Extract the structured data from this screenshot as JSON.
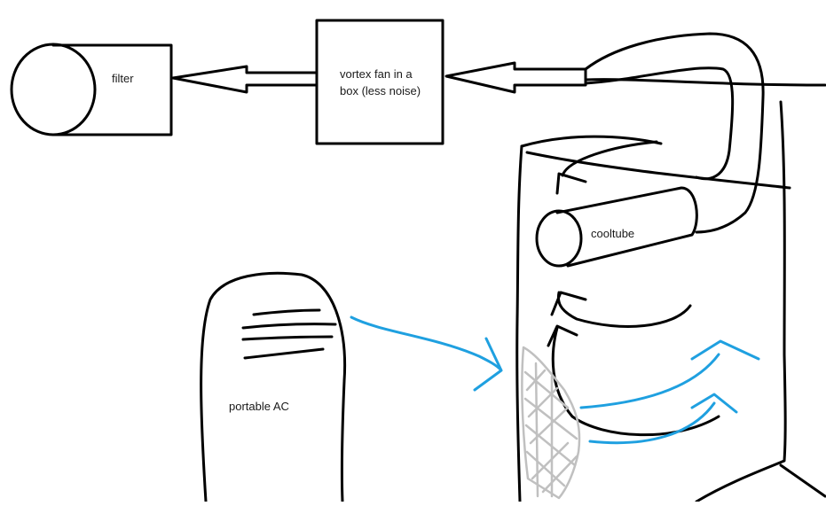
{
  "diagram": {
    "labels": {
      "filter": "filter",
      "fan_line1": "vortex fan in a",
      "fan_line2": "box (less noise)",
      "cooltube": "cooltube",
      "portable_ac": "portable AC"
    },
    "colors": {
      "ink": "#000000",
      "cold_air": "#1fa0e0",
      "mesh": "#c0c0c0",
      "background": "#ffffff"
    }
  }
}
